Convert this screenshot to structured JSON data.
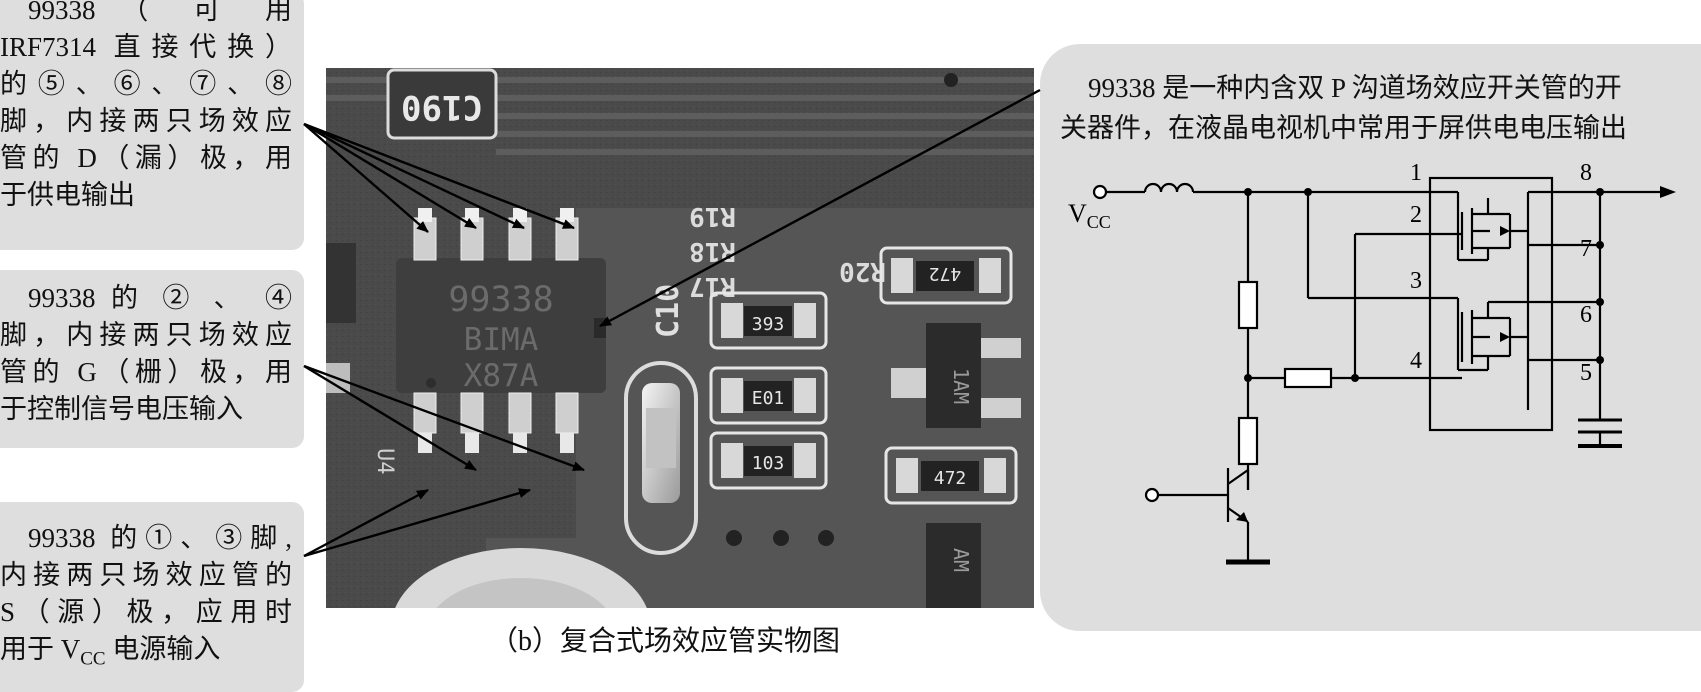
{
  "callouts": {
    "drain_lines": [
      "99338 （ 可 用",
      "IRF7314 直接代换）",
      "的⑤、⑥、⑦、⑧",
      "脚，内接两只场效应",
      "管的 D（漏）极，用",
      "于供电输出"
    ],
    "gate_lines": [
      "99338 的 ② 、 ④",
      "脚，内接两只场效应",
      "管的 G（栅）极，用",
      "于控制信号电压输入"
    ],
    "source_lines": [
      "99338 的①、③脚,",
      "内接两只场效应管的",
      "S（源）极，应用时",
      "用于 V",
      "CC",
      " 电源输入"
    ]
  },
  "photo": {
    "caption": "（b）复合式场效应管实物图",
    "chip_marking": [
      "99338",
      "BIMA",
      "X87A"
    ],
    "component_labels": {
      "c190": "C190",
      "r19": "R19",
      "r18": "R18",
      "r17": "R17",
      "r20": "R20",
      "c10": "C10",
      "res1": "393",
      "res2": "E01",
      "res3": "103",
      "res4": "472",
      "res5": "472",
      "u4": "U4",
      "ic2": "1AM",
      "ic1": "AM"
    }
  },
  "schematic": {
    "description_lines": [
      "99338 是一种内含双 P 沟道场效应开关管的开",
      "关器件，在液晶电视机中常用于屏供电电压输出"
    ],
    "vcc_label": "V",
    "vcc_sub": "CC",
    "pins": [
      "1",
      "2",
      "3",
      "4",
      "5",
      "6",
      "7",
      "8"
    ]
  }
}
